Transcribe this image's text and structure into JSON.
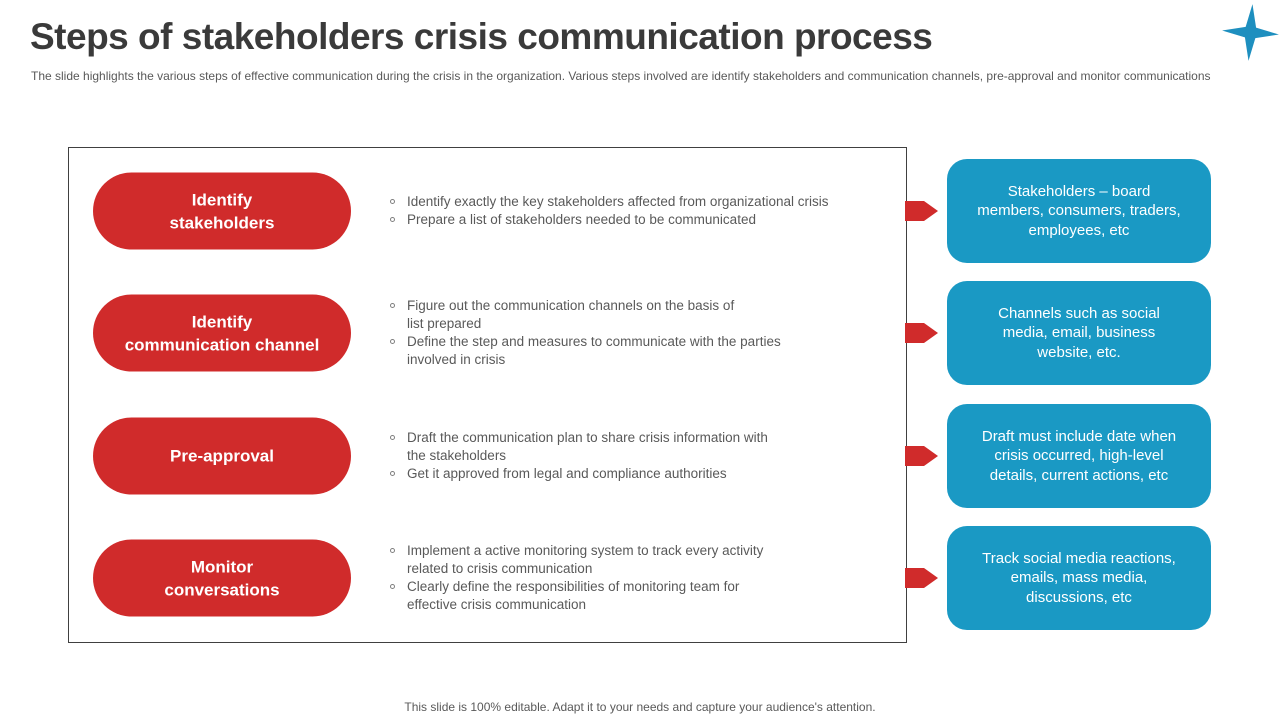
{
  "header": {
    "title": "Steps of stakeholders crisis communication process",
    "subtitle": "The slide highlights the various steps of effective communication during the crisis in the organization. Various steps involved are identify stakeholders and communication channels, pre-approval and monitor communications"
  },
  "colors": {
    "accent_red": "#d02b2b",
    "accent_blue": "#1a99c4",
    "star_teal": "#1e8fbf",
    "title_gray": "#3a3a3a",
    "body_gray": "#595959",
    "box_border": "#404040"
  },
  "icons": {
    "star": "four-point-sparkle-icon",
    "arrow": "arrow-right-icon",
    "bullet": "open-circle-bullet-icon"
  },
  "steps": [
    {
      "label": "Identify\nstakeholders",
      "bullets": [
        "Identify exactly the key stakeholders affected from organizational crisis",
        "Prepare a list of stakeholders needed to be communicated"
      ],
      "result": "Stakeholders – board\nmembers, consumers, traders,\nemployees, etc"
    },
    {
      "label": "Identify\ncommunication channel",
      "bullets": [
        "Figure out the communication channels on the basis of\nlist prepared",
        "Define the step and measures to communicate with the parties\ninvolved in crisis"
      ],
      "result": "Channels such as social\nmedia, email, business\nwebsite, etc."
    },
    {
      "label": "Pre-approval",
      "bullets": [
        "Draft the communication plan to share crisis information with\nthe stakeholders",
        "Get it approved from legal and compliance authorities"
      ],
      "result": "Draft must include date when\ncrisis occurred, high-level\ndetails, current actions, etc"
    },
    {
      "label": "Monitor\nconversations",
      "bullets": [
        "Implement a active monitoring system to track every activity\nrelated to crisis communication",
        "Clearly define the responsibilities of monitoring team for\neffective crisis communication"
      ],
      "result": "Track social media reactions,\nemails, mass media,\ndiscussions, etc"
    }
  ],
  "footer": {
    "text": "This slide is 100% editable. Adapt it to your needs and capture your audience's attention."
  }
}
